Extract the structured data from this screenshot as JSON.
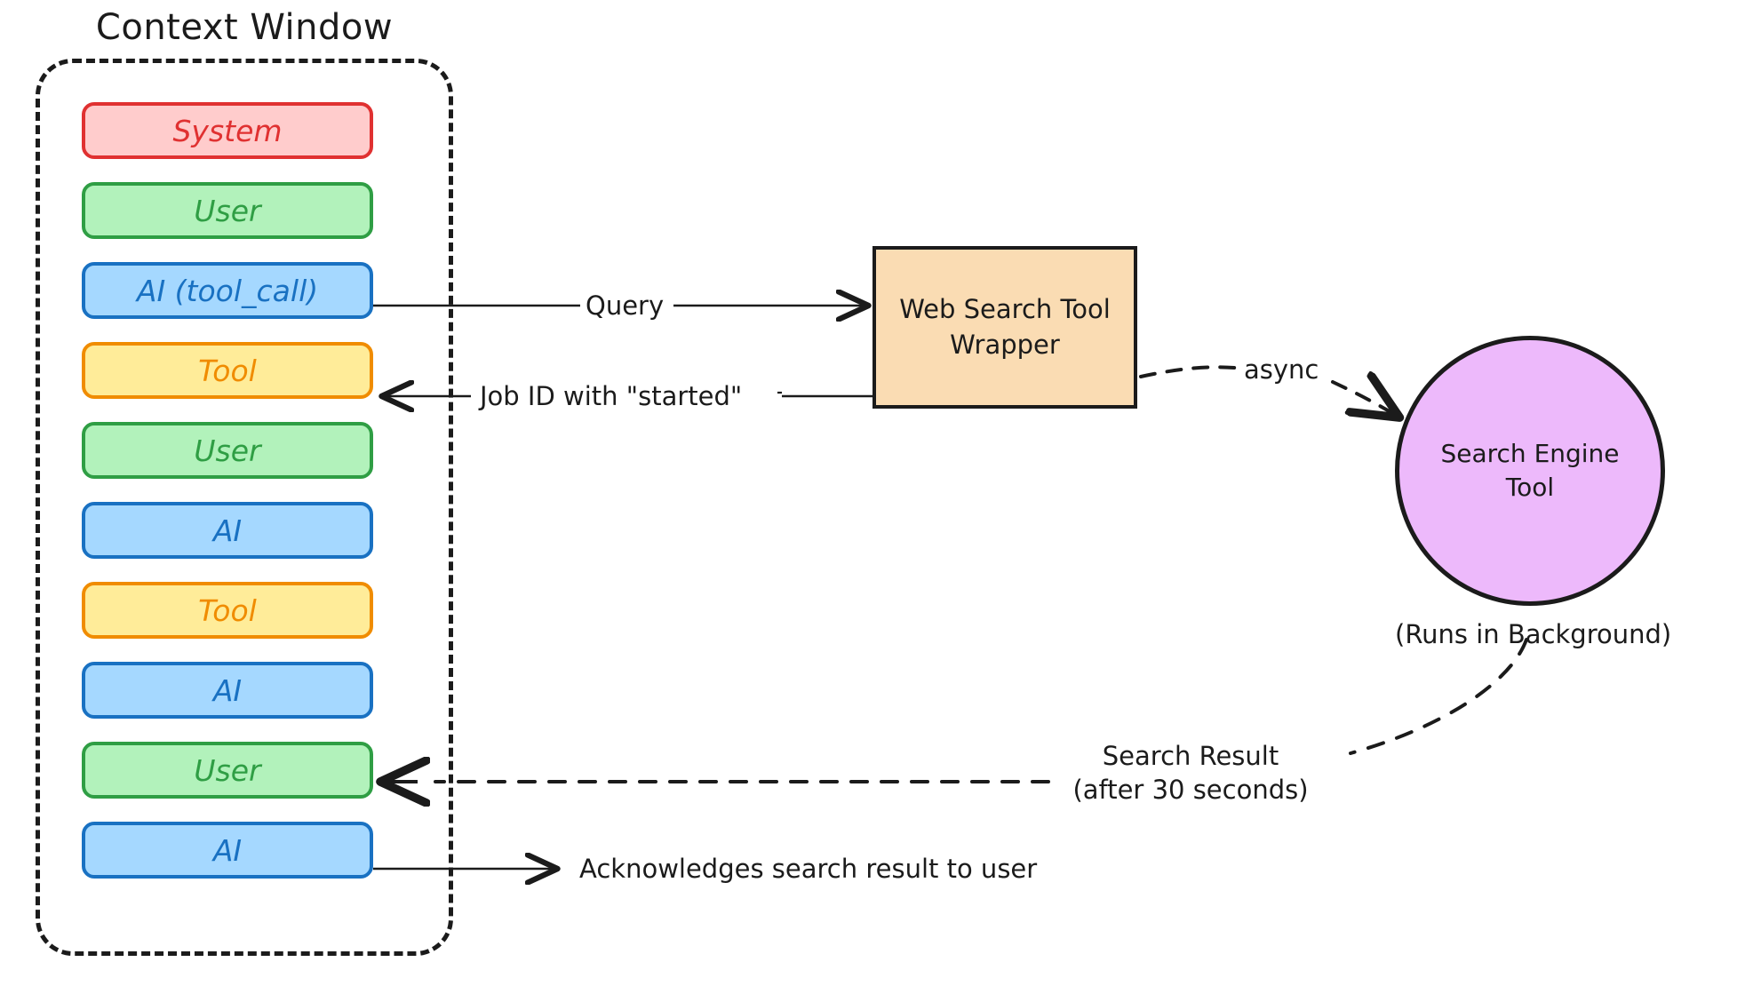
{
  "diagram": {
    "title": "Context Window",
    "background_color": "#ffffff",
    "context_window": {
      "label": "Context Window",
      "border_style": "dashed",
      "messages": [
        {
          "label": "System",
          "role": "system",
          "fill": "#ffcccc",
          "stroke": "#e03131"
        },
        {
          "label": "User",
          "role": "user",
          "fill": "#b2f2bb",
          "stroke": "#2f9e44"
        },
        {
          "label": "AI (tool_call)",
          "role": "ai",
          "fill": "#a5d8ff",
          "stroke": "#1971c2"
        },
        {
          "label": "Tool",
          "role": "tool",
          "fill": "#ffec99",
          "stroke": "#f08c00"
        },
        {
          "label": "User",
          "role": "user",
          "fill": "#b2f2bb",
          "stroke": "#2f9e44"
        },
        {
          "label": "AI",
          "role": "ai",
          "fill": "#a5d8ff",
          "stroke": "#1971c2"
        },
        {
          "label": "Tool",
          "role": "tool",
          "fill": "#ffec99",
          "stroke": "#f08c00"
        },
        {
          "label": "AI",
          "role": "ai",
          "fill": "#a5d8ff",
          "stroke": "#1971c2"
        },
        {
          "label": "User",
          "role": "user",
          "fill": "#b2f2bb",
          "stroke": "#2f9e44"
        },
        {
          "label": "AI",
          "role": "ai",
          "fill": "#a5d8ff",
          "stroke": "#1971c2"
        }
      ]
    },
    "nodes": {
      "wrapper": {
        "line1": "Web Search Tool",
        "line2": "Wrapper",
        "fill": "#fadcb3",
        "stroke": "#1b1b1b",
        "shape": "rectangle"
      },
      "engine": {
        "line1": "Search Engine",
        "line2": "Tool",
        "caption": "(Runs in Background)",
        "fill": "#edb9fb",
        "stroke": "#1b1b1b",
        "shape": "circle"
      }
    },
    "edges": [
      {
        "id": "query",
        "label": "Query",
        "style": "solid",
        "from": "AI (tool_call)",
        "to": "Web Search Tool Wrapper"
      },
      {
        "id": "job-id",
        "label": "Job ID with \"started\"",
        "style": "solid",
        "from": "Web Search Tool Wrapper",
        "to": "Tool"
      },
      {
        "id": "async",
        "label": "async",
        "style": "dashed",
        "from": "Web Search Tool Wrapper",
        "to": "Search Engine Tool"
      },
      {
        "id": "search-result",
        "label_line1": "Search Result",
        "label_line2": "(after 30 seconds)",
        "style": "dashed",
        "from": "Search Engine Tool",
        "to": "User"
      },
      {
        "id": "ack",
        "label": "Acknowledges search result to user",
        "style": "solid",
        "from": "AI",
        "to": "user"
      }
    ]
  }
}
